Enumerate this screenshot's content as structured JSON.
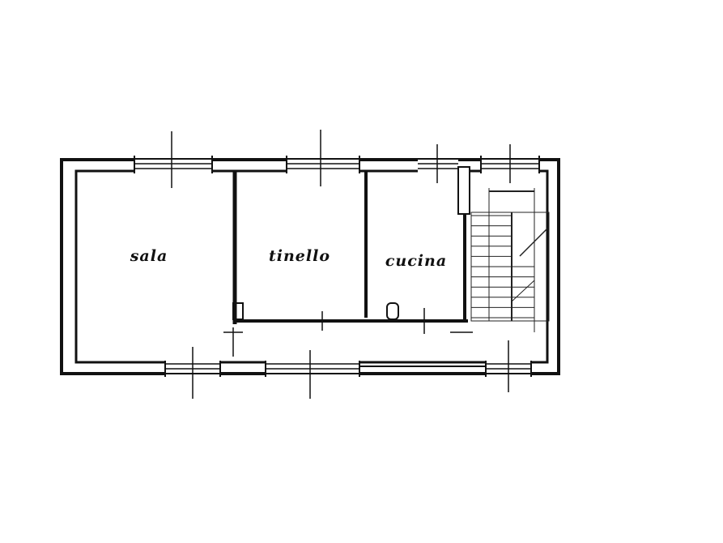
{
  "plan": {
    "colors": {
      "wall": "#111111",
      "background": "#ffffff",
      "detail": "#222222"
    },
    "rooms": [
      {
        "id": "sala",
        "label": "sala"
      },
      {
        "id": "tinello",
        "label": "tinello"
      },
      {
        "id": "cucina",
        "label": "cucina"
      }
    ],
    "staircase": {
      "steps": 11
    }
  }
}
